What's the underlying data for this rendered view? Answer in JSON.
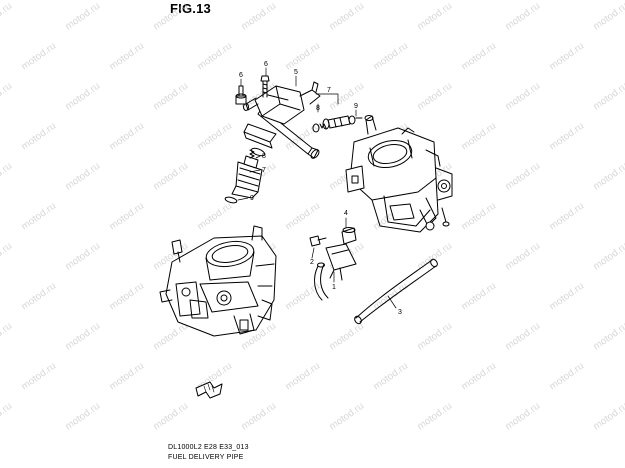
{
  "figure": {
    "title": "FIG.13",
    "caption_line1": "DL1000L2 E28 E33_013",
    "caption_line2": "FUEL DELIVERY PIPE"
  },
  "watermark": {
    "text": "motod.ru"
  },
  "parts": {
    "p1": "1",
    "p2": "2",
    "p3": "3",
    "p4": "4",
    "p5": "5",
    "p6": "6",
    "p7a": "7",
    "p7b": "7",
    "p8a": "8",
    "p8b": "8",
    "p9a": "9",
    "p9b": "9"
  },
  "colors": {
    "line": "#000000",
    "watermark": "#b8b8b8",
    "background": "#ffffff"
  },
  "icons": {
    "direction_arrow": "front-direction-arrow-icon"
  }
}
